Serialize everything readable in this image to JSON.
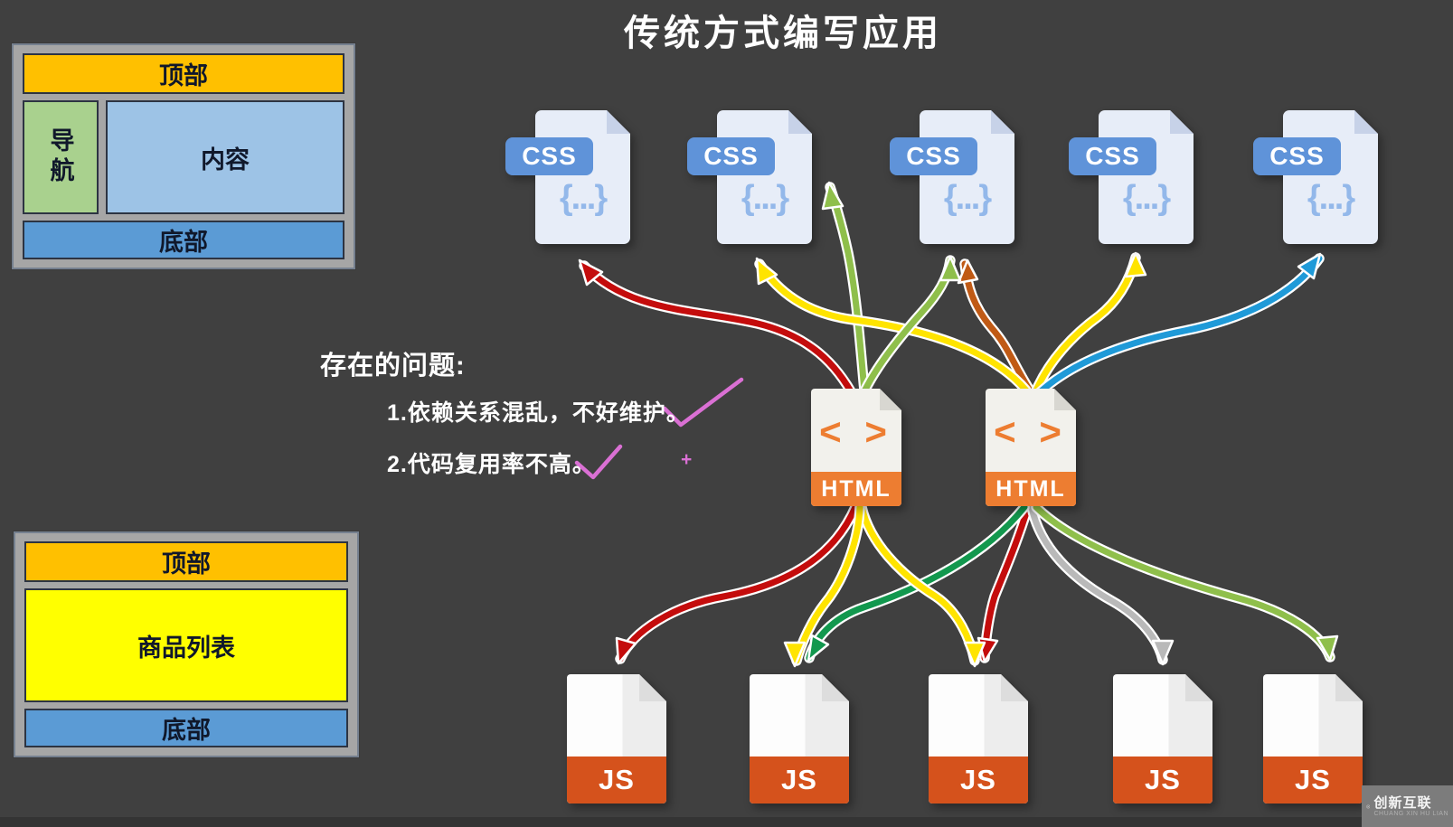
{
  "title": "传统方式编写应用",
  "wireframe_admin": {
    "top": "顶部",
    "nav": "导航",
    "content": "内容",
    "bottom": "底部"
  },
  "wireframe_shop": {
    "top": "顶部",
    "list": "商品列表",
    "bottom": "底部"
  },
  "problems": {
    "heading": "存在的问题:",
    "item1": "1.依赖关系混乱，不好维护。",
    "item2": "2.代码复用率不高。",
    "plus_mark": "+"
  },
  "file_icons": {
    "css_label": "CSS",
    "css_braces": "{...}",
    "html_label": "HTML",
    "html_chevrons": "< >",
    "js_label": "JS",
    "css_count": 5,
    "html_count": 2,
    "js_count": 5
  },
  "dependencies": {
    "links": [
      {
        "from": "html-1",
        "to": "css-1",
        "color": "red"
      },
      {
        "from": "html-1",
        "to": "css-2",
        "color": "light-green"
      },
      {
        "from": "html-1",
        "to": "css-3",
        "color": "light-green"
      },
      {
        "from": "html-2",
        "to": "css-2",
        "color": "yellow"
      },
      {
        "from": "html-2",
        "to": "css-3",
        "color": "orange"
      },
      {
        "from": "html-2",
        "to": "css-4",
        "color": "yellow"
      },
      {
        "from": "html-2",
        "to": "css-5",
        "color": "blue"
      },
      {
        "from": "html-1",
        "to": "js-1",
        "color": "red"
      },
      {
        "from": "html-1",
        "to": "js-2",
        "color": "yellow"
      },
      {
        "from": "html-1",
        "to": "js-3",
        "color": "yellow"
      },
      {
        "from": "html-2",
        "to": "js-2",
        "color": "dark-green"
      },
      {
        "from": "html-2",
        "to": "js-3",
        "color": "red"
      },
      {
        "from": "html-2",
        "to": "js-4",
        "color": "gray"
      },
      {
        "from": "html-2",
        "to": "js-5",
        "color": "light-green"
      }
    ]
  },
  "watermark": {
    "name": "创新互联",
    "subtitle": "CHUANG XIN HU LIAN"
  },
  "colors": {
    "background": "#404040",
    "wire_top": "#FFC000",
    "wire_nav": "#A9D18E",
    "wire_content": "#9DC3E6",
    "wire_bottom": "#5B9BD5",
    "wire_list": "#FFFF00",
    "css_badge": "#5F93D9",
    "html_orange": "#ED7D31",
    "js_orange": "#D5521C",
    "arrow_red": "#C40C0C",
    "arrow_yellow": "#FFE400",
    "arrow_light_green": "#8FBF4B",
    "arrow_dark_green": "#12984E",
    "arrow_orange": "#C05A15",
    "arrow_blue": "#1F9AD8",
    "arrow_gray": "#B9B9B9",
    "annotation_pink": "#DA70D4"
  }
}
